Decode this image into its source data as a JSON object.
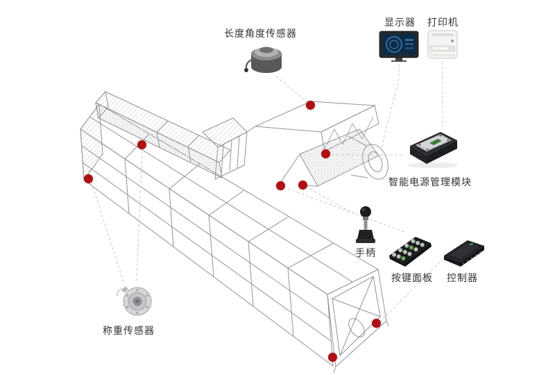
{
  "title": "crane-components-diagram",
  "colors": {
    "hotspot_red": "#ad1015",
    "wireframe_gray": "#8f9296",
    "connector_gray": "#c9c9c9",
    "label_text": "#333333",
    "background": "#ffffff"
  },
  "hotspot_count": 8,
  "components": {
    "length_angle_sensor": {
      "label": "长度角度传感器",
      "icon": "cable-reel-sensor"
    },
    "display": {
      "label": "显示器",
      "icon": "monitor"
    },
    "printer": {
      "label": "打印机",
      "icon": "printer"
    },
    "power_module": {
      "label": "智能电源管理模块",
      "icon": "power-module"
    },
    "handle": {
      "label": "手柄",
      "icon": "joystick"
    },
    "keypad": {
      "label": "按键面板",
      "icon": "button-panel"
    },
    "controller": {
      "label": "控制器",
      "icon": "controller-box"
    },
    "load_cell": {
      "label": "称重传感器",
      "icon": "load-cell-ring"
    }
  }
}
